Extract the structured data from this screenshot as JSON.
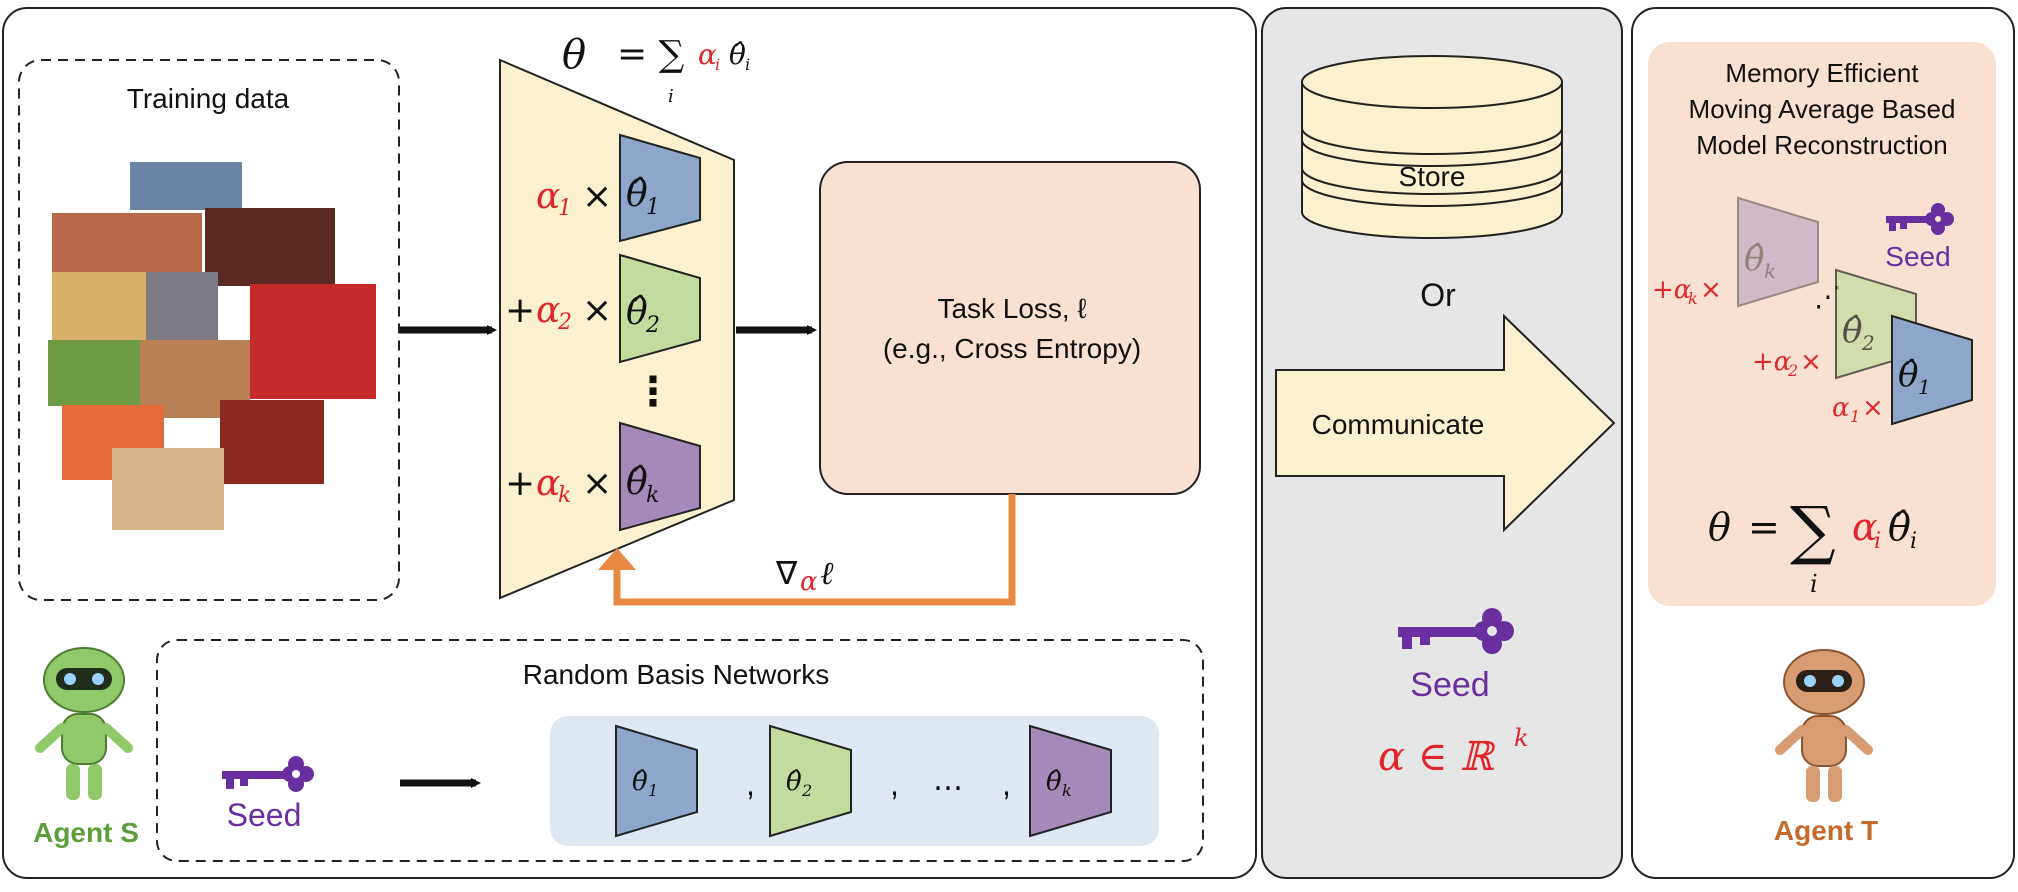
{
  "left_panel": {
    "training_data_title": "Training data",
    "formula": {
      "theta": "θ",
      "equals_sum": "= ∑",
      "index": "i",
      "alpha_i": "α",
      "alpha_sub": "i",
      "theta_hat_i": "θ̂",
      "theta_hat_sub": "i"
    },
    "terms": [
      {
        "prefix": "",
        "alpha": "α",
        "sub": "1",
        "times": "×",
        "theta": "θ̂",
        "theta_sub": "1"
      },
      {
        "prefix": "+",
        "alpha": "α",
        "sub": "2",
        "times": "×",
        "theta": "θ̂",
        "theta_sub": "2"
      },
      {
        "prefix": "+",
        "alpha": "α",
        "sub": "k",
        "times": "×",
        "theta": "θ̂",
        "theta_sub": "k"
      }
    ],
    "vdots": "⋮",
    "task_loss_line1": "Task Loss, ℓ",
    "task_loss_line2": "(e.g., Cross Entropy)",
    "gradient": {
      "nabla": "∇",
      "alpha": "α",
      "ell": "ℓ"
    },
    "random_basis_title": "Random Basis Networks",
    "seed_label": "Seed",
    "agent_label": "Agent S",
    "basis_items": [
      {
        "theta": "θ̂",
        "sub": "1"
      },
      {
        "theta": "θ̂",
        "sub": "2"
      },
      {
        "theta": "θ̂",
        "sub": "k"
      }
    ],
    "basis_sep": ",",
    "basis_ellipsis": "…"
  },
  "middle_panel": {
    "store_label": "Store",
    "or_label": "Or",
    "communicate_label": "Communicate",
    "seed_label": "Seed",
    "alpha_space": {
      "alpha": "α ∈ ℝ",
      "sup": "k"
    }
  },
  "right_panel": {
    "title_lines": [
      "Memory Efficient",
      "Moving Average Based",
      "Model Reconstruction"
    ],
    "seed_label": "Seed",
    "coeffs": [
      {
        "text": "+α",
        "sub": "k",
        "times": "×"
      },
      {
        "text": "+α",
        "sub": "2",
        "times": "×"
      },
      {
        "text": "α",
        "sub": "1",
        "times": "×"
      }
    ],
    "thetas": [
      {
        "theta": "θ̂",
        "sub": "k"
      },
      {
        "theta": "θ̂",
        "sub": "2"
      },
      {
        "theta": "θ̂",
        "sub": "1"
      }
    ],
    "dots": "⋰",
    "formula": {
      "theta": "θ",
      "equals": "=",
      "sum": "∑",
      "index": "i",
      "alpha": "α",
      "alpha_sub": "i",
      "theta_hat": "θ̂",
      "theta_sub": "i"
    },
    "agent_label": "Agent T"
  },
  "colors": {
    "panel_bg_middle": "#e6e6e6",
    "trapezoid_fill": "#fcf1cf",
    "loss_fill": "#f8e1d3",
    "right_box_fill": "#f8e1d3",
    "basis_box_fill": "#dde8f3",
    "theta1": "#8da6c9",
    "theta2": "#c3dc9e",
    "thetak": "#a58ab9",
    "orange": "#e88a43",
    "red": "#e0262a",
    "purple": "#6a2f9e",
    "agent_s_green": "#5c9e3a",
    "agent_t_orange": "#c46a2a"
  }
}
